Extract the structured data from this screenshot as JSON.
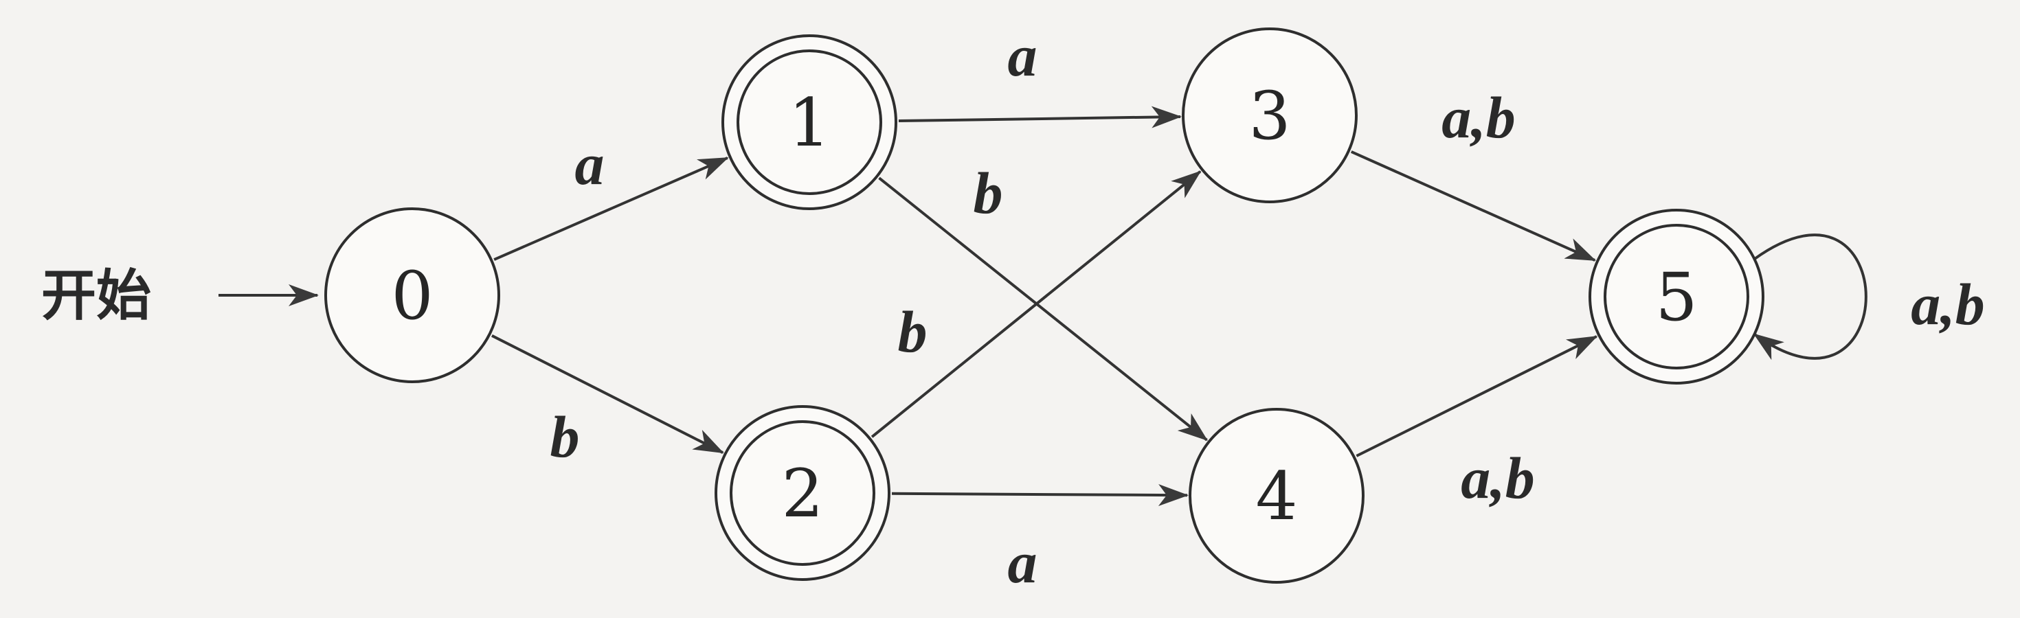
{
  "start_label": "开始",
  "states": [
    {
      "id": "0",
      "label": "0",
      "accepting": false
    },
    {
      "id": "1",
      "label": "1",
      "accepting": true
    },
    {
      "id": "2",
      "label": "2",
      "accepting": true
    },
    {
      "id": "3",
      "label": "3",
      "accepting": false
    },
    {
      "id": "4",
      "label": "4",
      "accepting": false
    },
    {
      "id": "5",
      "label": "5",
      "accepting": true
    }
  ],
  "transitions": [
    {
      "from": "0",
      "to": "1",
      "label": "a"
    },
    {
      "from": "0",
      "to": "2",
      "label": "b"
    },
    {
      "from": "1",
      "to": "3",
      "label": "a"
    },
    {
      "from": "1",
      "to": "4",
      "label": "b"
    },
    {
      "from": "2",
      "to": "3",
      "label": "b"
    },
    {
      "from": "2",
      "to": "4",
      "label": "a"
    },
    {
      "from": "3",
      "to": "5",
      "label": "a,b"
    },
    {
      "from": "4",
      "to": "5",
      "label": "a,b"
    },
    {
      "from": "5",
      "to": "5",
      "label": "a,b"
    }
  ],
  "colors": {
    "ink": "#2e2e2e",
    "background": "#f4f3f1"
  }
}
